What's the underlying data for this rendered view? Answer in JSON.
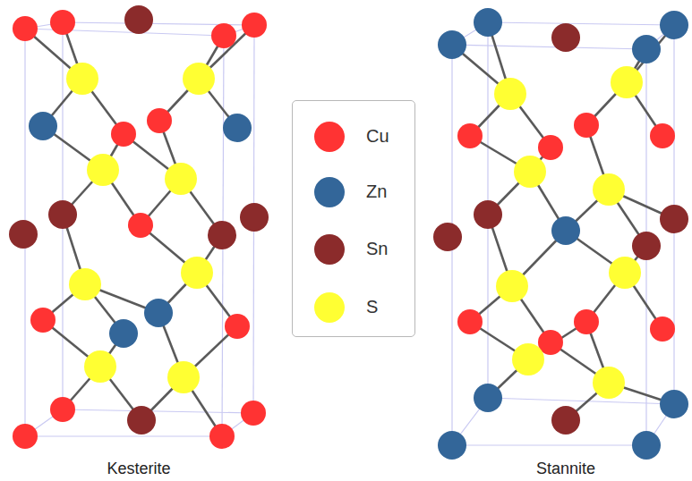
{
  "diagram": {
    "labels": [
      "Kesterite",
      "Stannite"
    ],
    "legend": [
      {
        "text": "Cu",
        "color": "#ff3333"
      },
      {
        "text": "Zn",
        "color": "#336699"
      },
      {
        "text": "Sn",
        "color": "#8b2b2b"
      },
      {
        "text": "S",
        "color": "#ffff33"
      }
    ]
  }
}
